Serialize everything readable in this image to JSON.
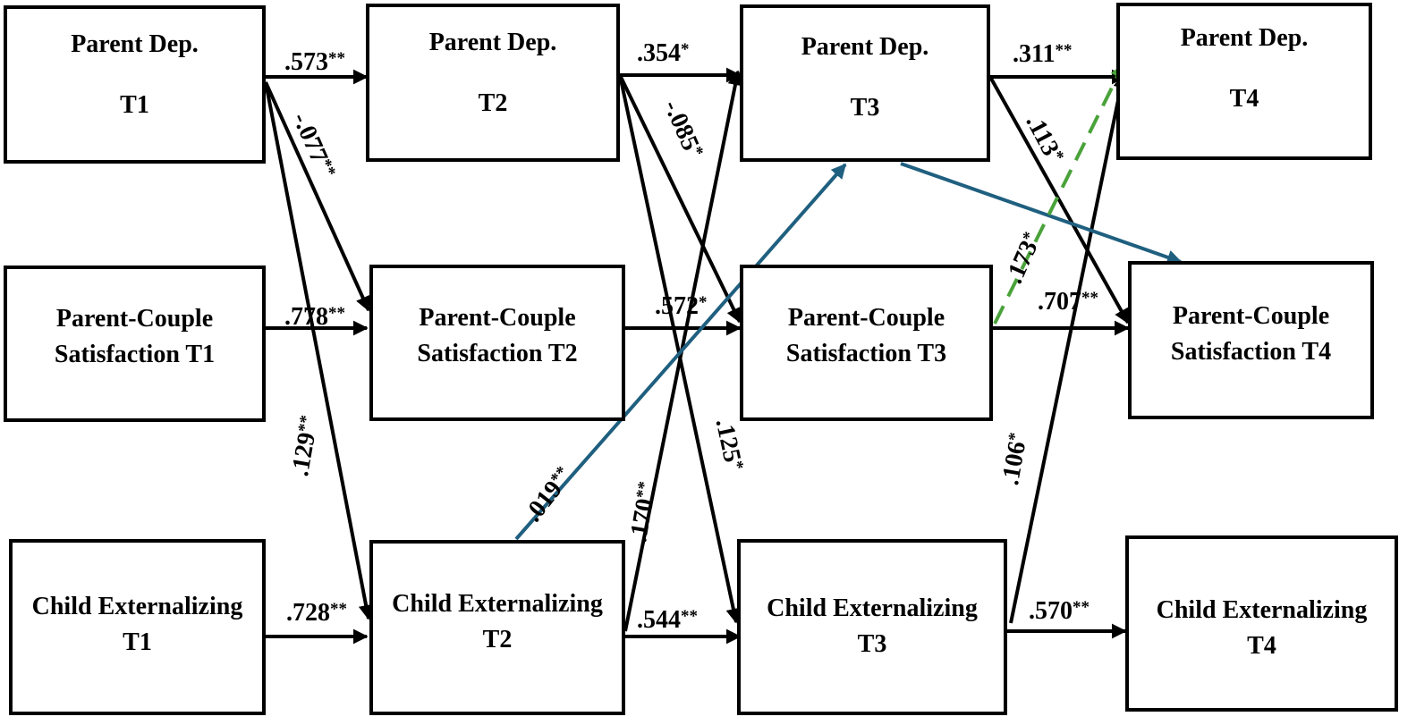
{
  "colors": {
    "black": "#000000",
    "teal": "#1f5f7f",
    "green": "#4aa23a"
  },
  "nodes": {
    "dep_t1": {
      "line1": "Parent Dep.",
      "line2": "T1"
    },
    "dep_t2": {
      "line1": "Parent Dep.",
      "line2": "T2"
    },
    "dep_t3": {
      "line1": "Parent Dep.",
      "line2": "T3"
    },
    "dep_t4": {
      "line1": "Parent Dep.",
      "line2": "T4"
    },
    "sat_t1": {
      "line1": "Parent-Couple",
      "line2": "Satisfaction T1"
    },
    "sat_t2": {
      "line1": "Parent-Couple",
      "line2": "Satisfaction T2"
    },
    "sat_t3": {
      "line1": "Parent-Couple",
      "line2": "Satisfaction T3"
    },
    "sat_t4": {
      "line1": "Parent-Couple",
      "line2": "Satisfaction T4"
    },
    "ext_t1": {
      "line1": "Child Externalizing",
      "line2": "T1"
    },
    "ext_t2": {
      "line1": "Child Externalizing",
      "line2": "T2"
    },
    "ext_t3": {
      "line1": "Child Externalizing",
      "line2": "T3"
    },
    "ext_t4": {
      "line1": "Child Externalizing",
      "line2": "T4"
    }
  },
  "paths": [
    {
      "id": "dep12",
      "from": "Parent Dep. T1",
      "to": "Parent Dep. T2",
      "coef": ".573",
      "sig": "**",
      "style": "solid-black"
    },
    {
      "id": "dep23",
      "from": "Parent Dep. T2",
      "to": "Parent Dep. T3",
      "coef": ".354",
      "sig": "*",
      "style": "solid-black"
    },
    {
      "id": "dep34",
      "from": "Parent Dep. T3",
      "to": "Parent Dep. T4",
      "coef": ".311",
      "sig": "**",
      "style": "solid-black"
    },
    {
      "id": "sat12",
      "from": "Parent-Couple Satisfaction T1",
      "to": "Parent-Couple Satisfaction T2",
      "coef": ".778",
      "sig": "**",
      "style": "solid-black"
    },
    {
      "id": "sat23",
      "from": "Parent-Couple Satisfaction T2",
      "to": "Parent-Couple Satisfaction T3",
      "coef": ".572",
      "sig": "*",
      "style": "solid-black"
    },
    {
      "id": "sat34",
      "from": "Parent-Couple Satisfaction T3",
      "to": "Parent-Couple Satisfaction T4",
      "coef": ".707",
      "sig": "**",
      "style": "solid-black"
    },
    {
      "id": "ext12",
      "from": "Child Externalizing T1",
      "to": "Child Externalizing T2",
      "coef": ".728",
      "sig": "**",
      "style": "solid-black"
    },
    {
      "id": "ext23",
      "from": "Child Externalizing T2",
      "to": "Child Externalizing T3",
      "coef": ".544",
      "sig": "**",
      "style": "solid-black"
    },
    {
      "id": "ext34",
      "from": "Child Externalizing T3",
      "to": "Child Externalizing T4",
      "coef": ".570",
      "sig": "**",
      "style": "solid-black"
    },
    {
      "id": "dep1_sat2",
      "from": "Parent Dep. T1",
      "to": "Parent-Couple Satisfaction T2",
      "coef": "-.077",
      "sig": "**",
      "style": "solid-black"
    },
    {
      "id": "dep2_sat3",
      "from": "Parent Dep. T2",
      "to": "Parent-Couple Satisfaction T3",
      "coef": "-.085",
      "sig": "*",
      "style": "solid-black"
    },
    {
      "id": "dep3_sat4",
      "from": "Parent Dep. T3",
      "to": "Parent-Couple Satisfaction T4",
      "coef": ".113",
      "sig": "*",
      "style": "solid-black"
    },
    {
      "id": "dep1_ext2",
      "from": "Parent Dep. T1",
      "to": "Child Externalizing T2",
      "coef": ".129",
      "sig": "**",
      "style": "solid-black"
    },
    {
      "id": "dep2_ext3",
      "from": "Parent Dep. T2",
      "to": "Child Externalizing T3",
      "coef": ".125",
      "sig": "*",
      "style": "solid-black"
    },
    {
      "id": "ext2_dep3",
      "from": "Child Externalizing T2",
      "to": "Parent Dep. T3",
      "coef": ".170",
      "sig": "**",
      "style": "solid-black"
    },
    {
      "id": "ext3_dep4",
      "from": "Child Externalizing T3",
      "to": "Parent Dep. T4",
      "coef": ".106",
      "sig": "*",
      "style": "solid-black"
    },
    {
      "id": "ext2_dep3_blue",
      "from": "Child Externalizing T2",
      "to": "Parent Dep. T3",
      "coef": ".019",
      "sig": "**",
      "style": "solid-teal"
    },
    {
      "id": "dep3_sat4_blue",
      "from": "Parent Dep. T3",
      "to": "Parent-Couple Satisfaction T4",
      "coef": "",
      "sig": "",
      "style": "solid-teal"
    },
    {
      "id": "sat3_dep4_green",
      "from": "Parent-Couple Satisfaction T3",
      "to": "Parent Dep. T4",
      "coef": ".173",
      "sig": "*",
      "style": "dashed-green"
    }
  ]
}
